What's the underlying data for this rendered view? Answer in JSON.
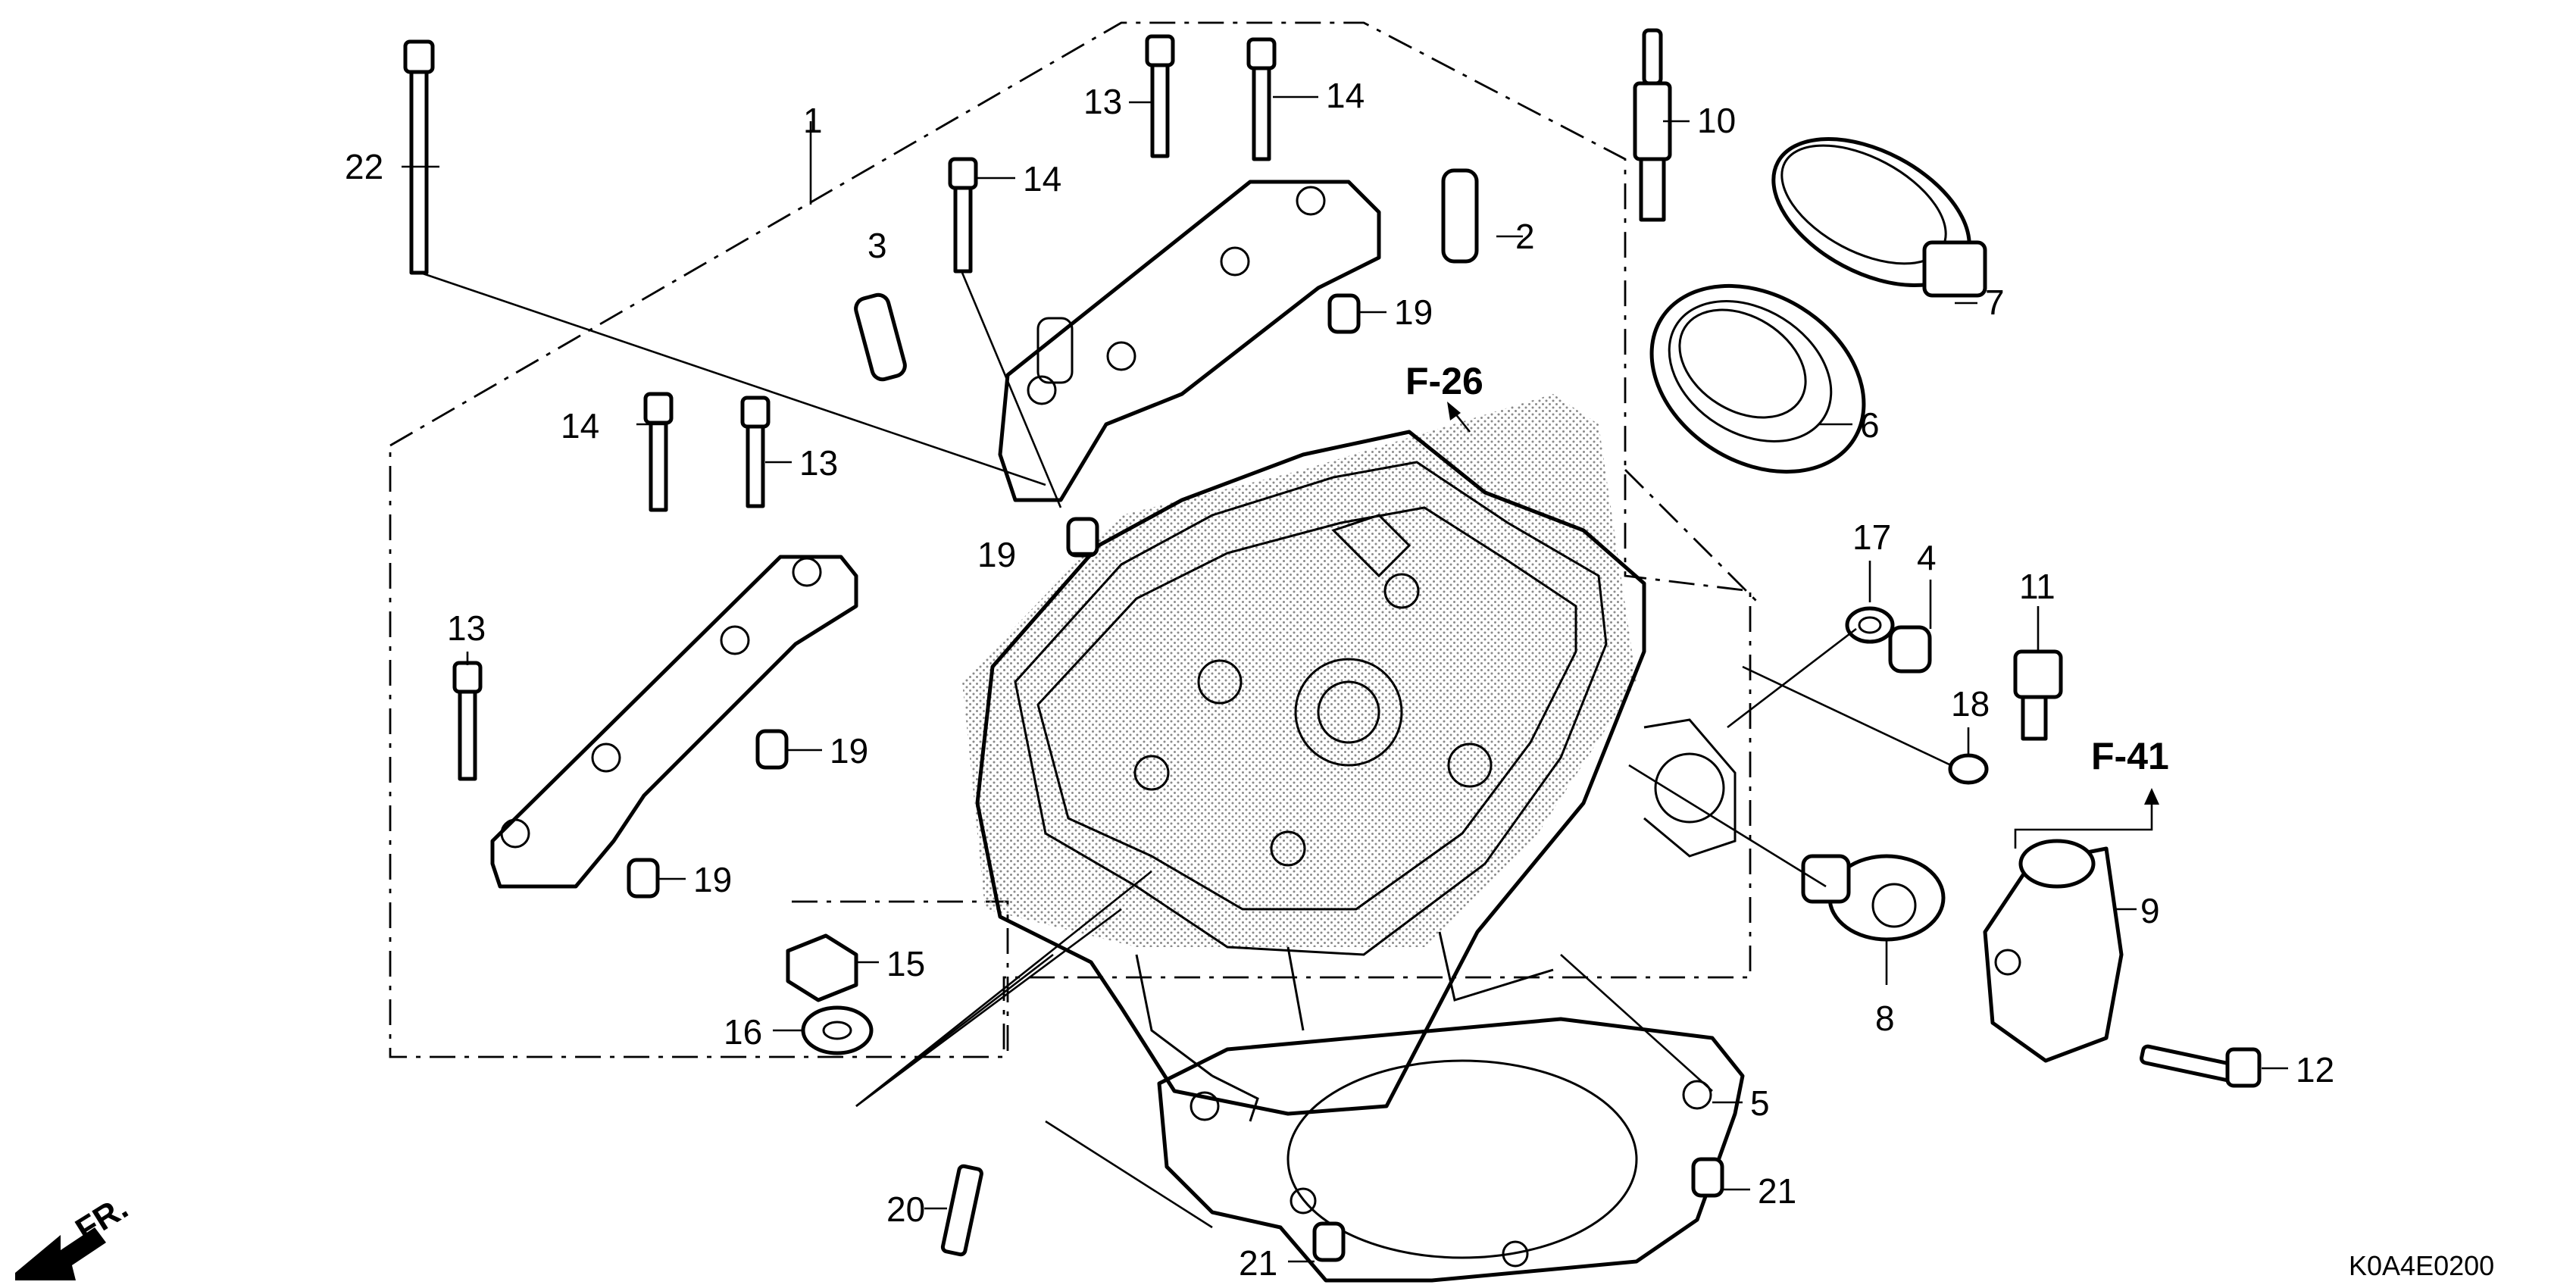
{
  "diagram": {
    "code": "K0A4E0200",
    "front_arrow": "FR.",
    "ref_labels": {
      "f26": "F-26",
      "f41": "F-41"
    },
    "callouts": {
      "c1": "1",
      "c2": "2",
      "c3": "3",
      "c4": "4",
      "c5": "5",
      "c6": "6",
      "c7": "7",
      "c8": "8",
      "c9": "9",
      "c10": "10",
      "c11": "11",
      "c12": "12",
      "c13a": "13",
      "c13b": "13",
      "c13c": "13",
      "c14a": "14",
      "c14b": "14",
      "c14c": "14",
      "c15": "15",
      "c16": "16",
      "c17": "17",
      "c18": "18",
      "c19a": "19",
      "c19b": "19",
      "c19c": "19",
      "c19d": "19",
      "c20": "20",
      "c21a": "21",
      "c21b": "21",
      "c22": "22"
    }
  },
  "colors": {
    "line": "#000000",
    "background": "#ffffff",
    "shading": "#9a9a9a"
  },
  "icons": {
    "front": "front-direction-arrow-icon"
  }
}
